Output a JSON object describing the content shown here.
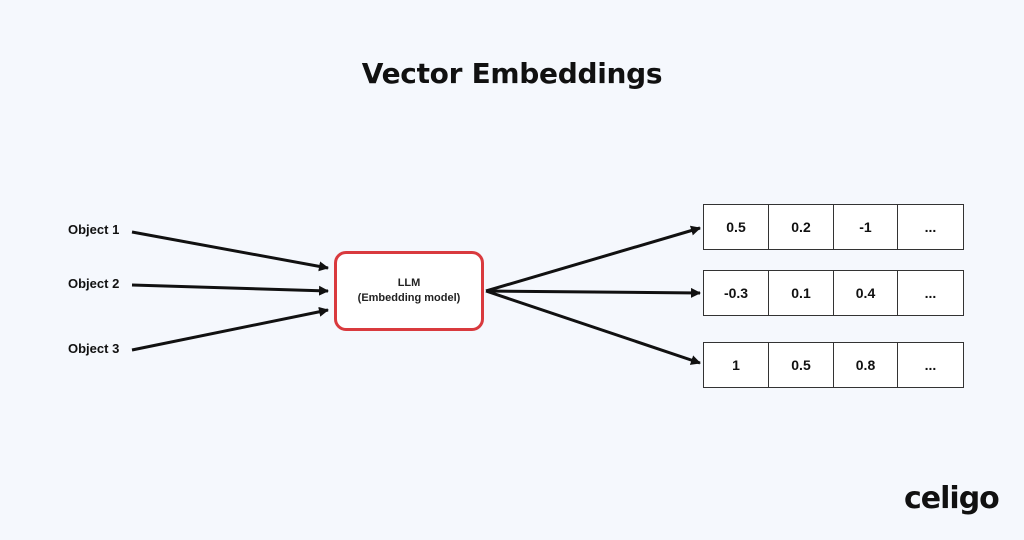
{
  "title": "Vector Embeddings",
  "objects": [
    "Object 1",
    "Object 2",
    "Object 3"
  ],
  "model": {
    "line1": "LLM",
    "line2": "(Embedding model)"
  },
  "vectors": [
    [
      "0.5",
      "0.2",
      "-1",
      "..."
    ],
    [
      "-0.3",
      "0.1",
      "0.4",
      "..."
    ],
    [
      "1",
      "0.5",
      "0.8",
      "..."
    ]
  ],
  "logo": "celigo",
  "colors": {
    "background": "#f5f8fd",
    "model_border": "#d93a3e",
    "text": "#111111"
  }
}
